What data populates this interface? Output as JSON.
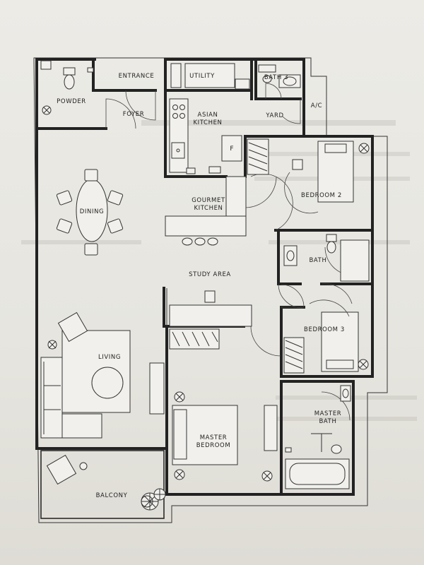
{
  "plan": {
    "rooms": {
      "powder": "POWDER",
      "entrance": "ENTRANCE",
      "foyer": "FOYER",
      "utility": "UTILITY",
      "bath3": "BATH 3",
      "yard": "YARD",
      "ac": "A/C",
      "asian_kitchen_1": "ASIAN",
      "asian_kitchen_2": "KITCHEN",
      "dining": "DINING",
      "bedroom2": "BEDROOM 2",
      "gourmet_kitchen_1": "GOURMET",
      "gourmet_kitchen_2": "KITCHEN",
      "bath": "BATH",
      "study_area": "STUDY AREA",
      "bedroom3": "BEDROOM 3",
      "living": "LIVING",
      "master_bedroom_1": "MASTER",
      "master_bedroom_2": "BEDROOM",
      "master_bath_1": "MASTER",
      "master_bath_2": "BATH",
      "balcony": "BALCONY"
    }
  }
}
